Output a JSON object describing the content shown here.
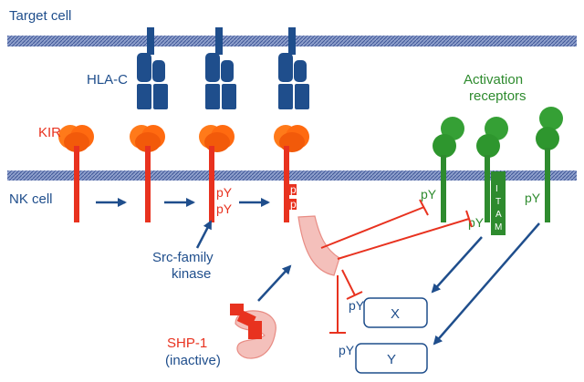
{
  "membranes": {
    "top_label": "Target cell",
    "bottom_label": "NK cell"
  },
  "hla": {
    "label": "HLA-C"
  },
  "kir": {
    "label": "KIR"
  },
  "activation": {
    "label_line1": "Activation",
    "label_line2": "receptors",
    "itam_letters": [
      "I",
      "T",
      "A",
      "M"
    ]
  },
  "phospho": {
    "pY": "pY",
    "p": "p"
  },
  "kinase": {
    "line1": "Src-family",
    "line2": "kinase"
  },
  "shp1": {
    "line1": "SHP-1",
    "line2": "(inactive)"
  },
  "targets": {
    "x_label": "X",
    "y_label": "Y"
  },
  "colors": {
    "blue": "#1f4e8c",
    "red": "#e8321f",
    "green": "#2e8b2e",
    "membrane": "#5b74b0",
    "shp_fill": "#f4c0bb"
  }
}
